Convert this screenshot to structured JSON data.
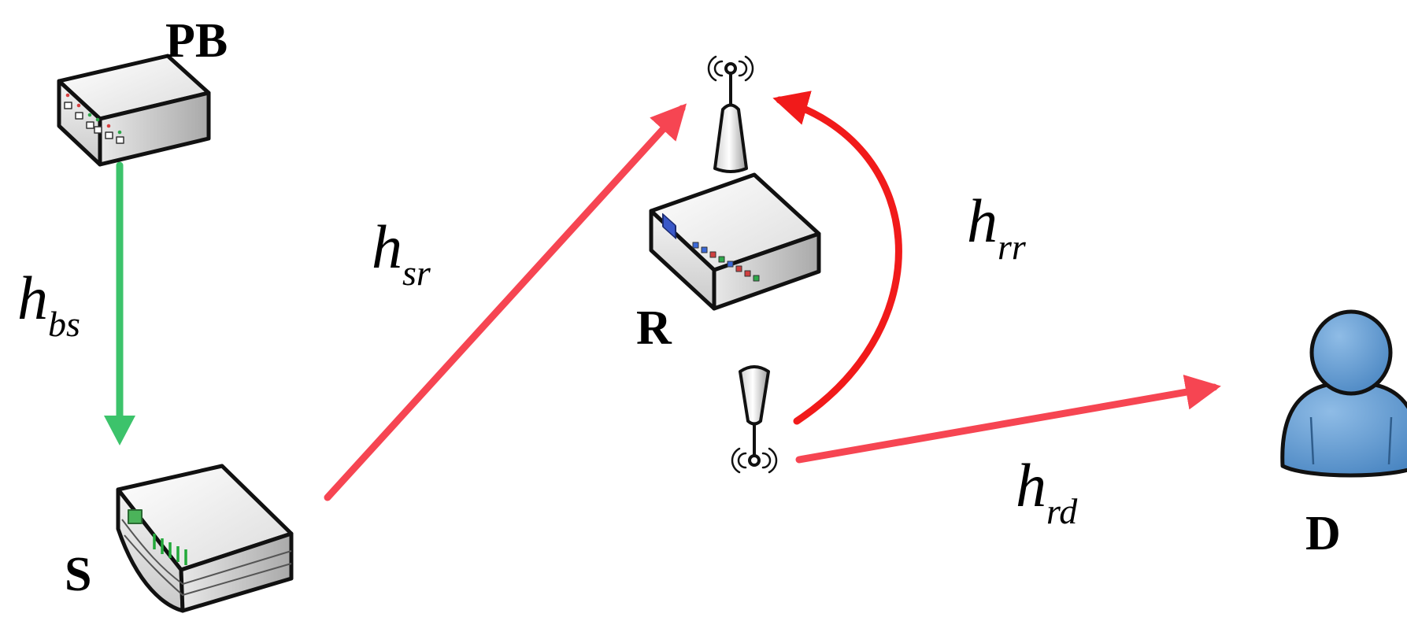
{
  "nodes": {
    "pb": {
      "label": "PB"
    },
    "s": {
      "label": "S"
    },
    "r": {
      "label": "R"
    },
    "d": {
      "label": "D"
    }
  },
  "channels": {
    "bs": {
      "main": "h",
      "sub": "bs"
    },
    "sr": {
      "main": "h",
      "sub": "sr"
    },
    "rr": {
      "main": "h",
      "sub": "rr"
    },
    "rd": {
      "main": "h",
      "sub": "rd"
    }
  },
  "colors": {
    "energy_link": "#3cc36b",
    "info_link": "#f64552",
    "loop_link": "#f11a1a",
    "user_blue": "#5a95cf",
    "device_body": "#f3f3f3",
    "outline": "#111111"
  }
}
